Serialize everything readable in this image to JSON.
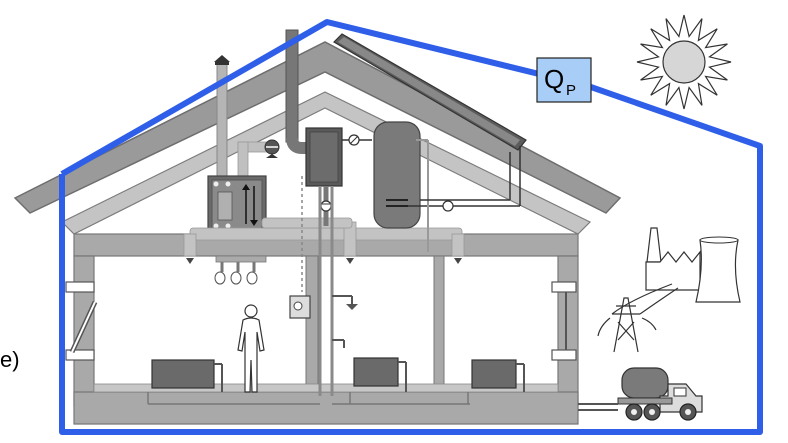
{
  "panel_label": "e)",
  "heat_flow_label": {
    "symbol": "Q",
    "subscript": "P"
  },
  "colors": {
    "boundary": "#2f5fe8",
    "qp_box_fill": "#a8cdf6",
    "structure_gray": "#a6a6a6",
    "structure_dark": "#7a7a7a",
    "equipment_dark": "#555555"
  },
  "icons": [
    "sun-icon",
    "solar-collector-icon",
    "chimney-icon",
    "heat-recovery-ventilation-icon",
    "boiler-icon",
    "storage-tank-icon",
    "radiator-icon",
    "person-icon",
    "shower-icon",
    "tap-icon",
    "ceiling-diffuser-icon",
    "power-plant-icon",
    "power-pylon-icon",
    "tanker-truck-icon",
    "window-icon",
    "thermostat-icon"
  ]
}
